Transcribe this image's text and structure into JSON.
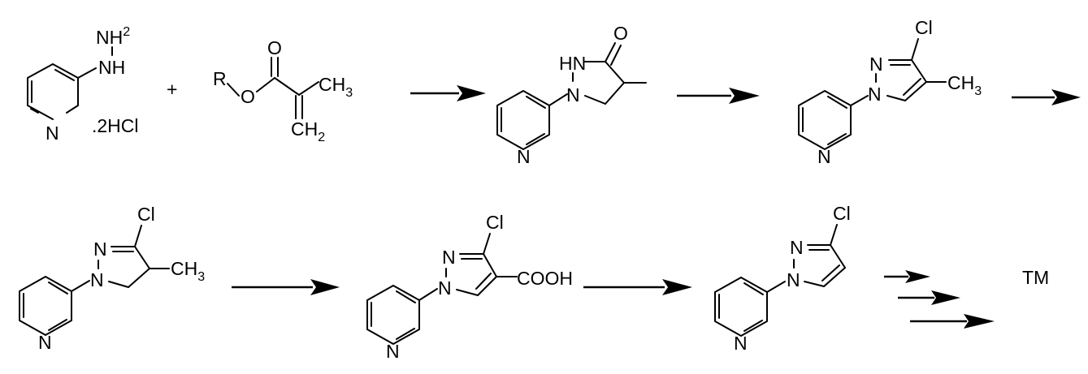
{
  "molecules": {
    "m1": {
      "nh2": "NH",
      "nh2_sub": "2",
      "nh": "NH",
      "n": "N",
      "salt": ".2HCl"
    },
    "plus": "+",
    "m2": {
      "r": "R",
      "o_ester": "O",
      "o_carbonyl": "O",
      "ch3": "CH",
      "ch3_sub": "3",
      "ch2": "CH",
      "ch2_sub": "2"
    },
    "m3": {
      "o": "O",
      "hn": "HN",
      "n1": "N",
      "n_py": "N"
    },
    "m4": {
      "cl": "Cl",
      "n2": "N",
      "n1": "N",
      "ch3": "CH",
      "ch3_sub": "3",
      "n_py": "N"
    },
    "m5": {
      "cl": "Cl",
      "n2": "N",
      "n1": "N",
      "ch3": "CH",
      "ch3_sub": "3",
      "n_py": "N"
    },
    "m6": {
      "cl": "Cl",
      "n2": "N",
      "n1": "N",
      "cooh": "COOH",
      "n_py": "N"
    },
    "m7": {
      "cl": "Cl",
      "n2": "N",
      "n1": "N",
      "n_py": "N"
    },
    "tm": "TM"
  }
}
